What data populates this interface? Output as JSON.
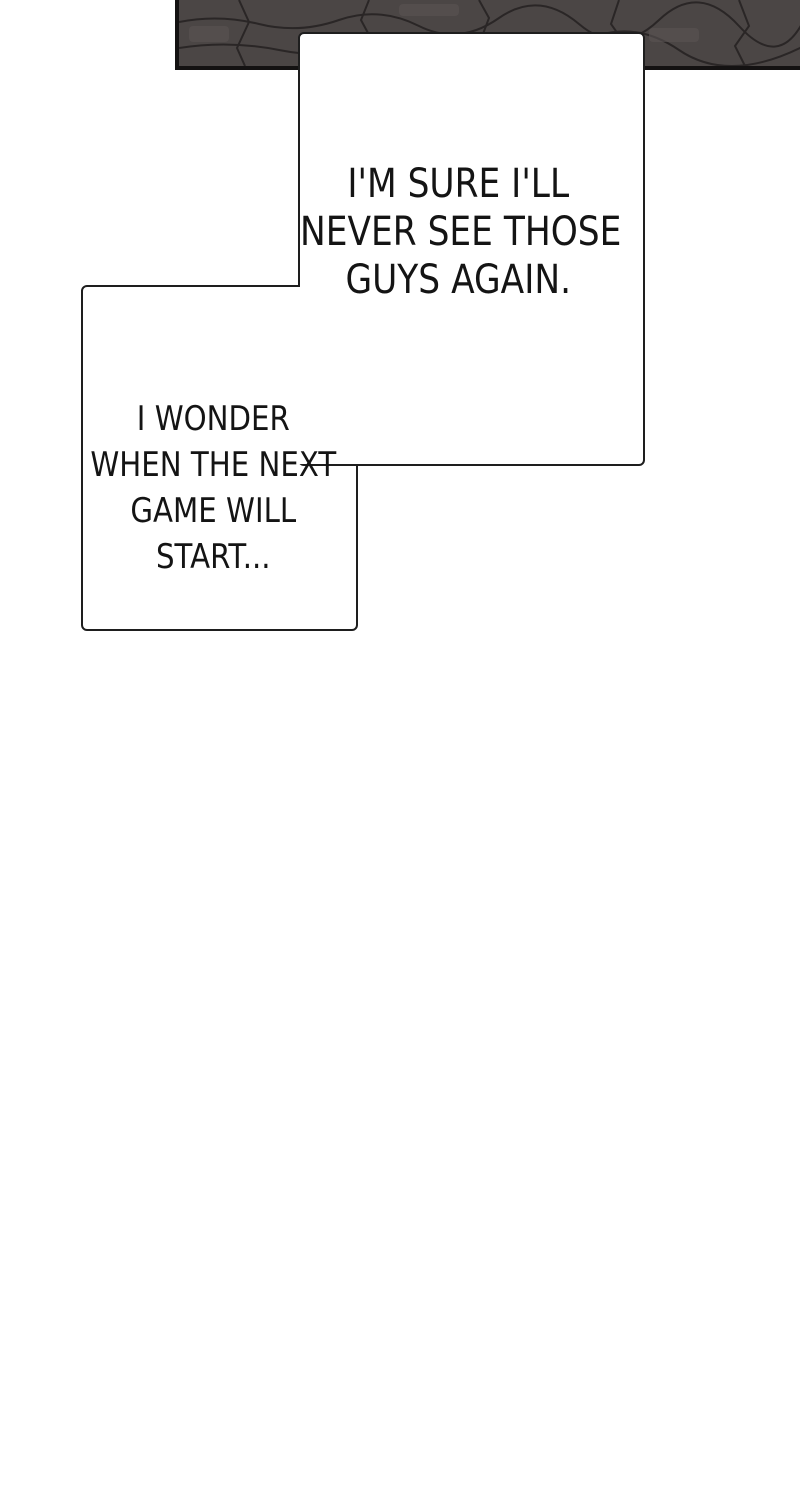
{
  "panel": {
    "background_color": "#4b4645",
    "border_color": "#141212"
  },
  "captions": {
    "upper": {
      "lines": [
        "I'M SURE I'LL",
        "NEVER SEE THOSE",
        "GUYS AGAIN."
      ]
    },
    "lower": {
      "lines": [
        "I WONDER",
        "WHEN THE NEXT",
        "GAME WILL",
        "START..."
      ]
    }
  }
}
